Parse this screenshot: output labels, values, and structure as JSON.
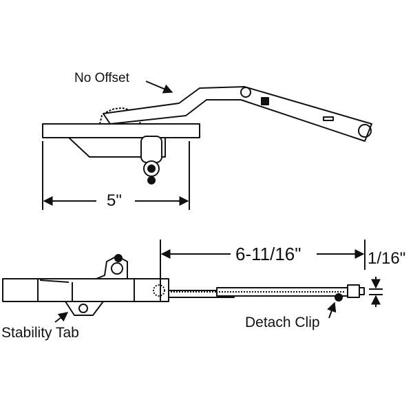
{
  "labels": {
    "no_offset": "No Offset",
    "width_dim": "5\"",
    "length_dim": "6-11/16\"",
    "thickness_dim": "1/16\"",
    "stability_tab": "Stability Tab",
    "detach_clip": "Detach Clip"
  },
  "colors": {
    "line": "#111111",
    "background": "#ffffff"
  }
}
